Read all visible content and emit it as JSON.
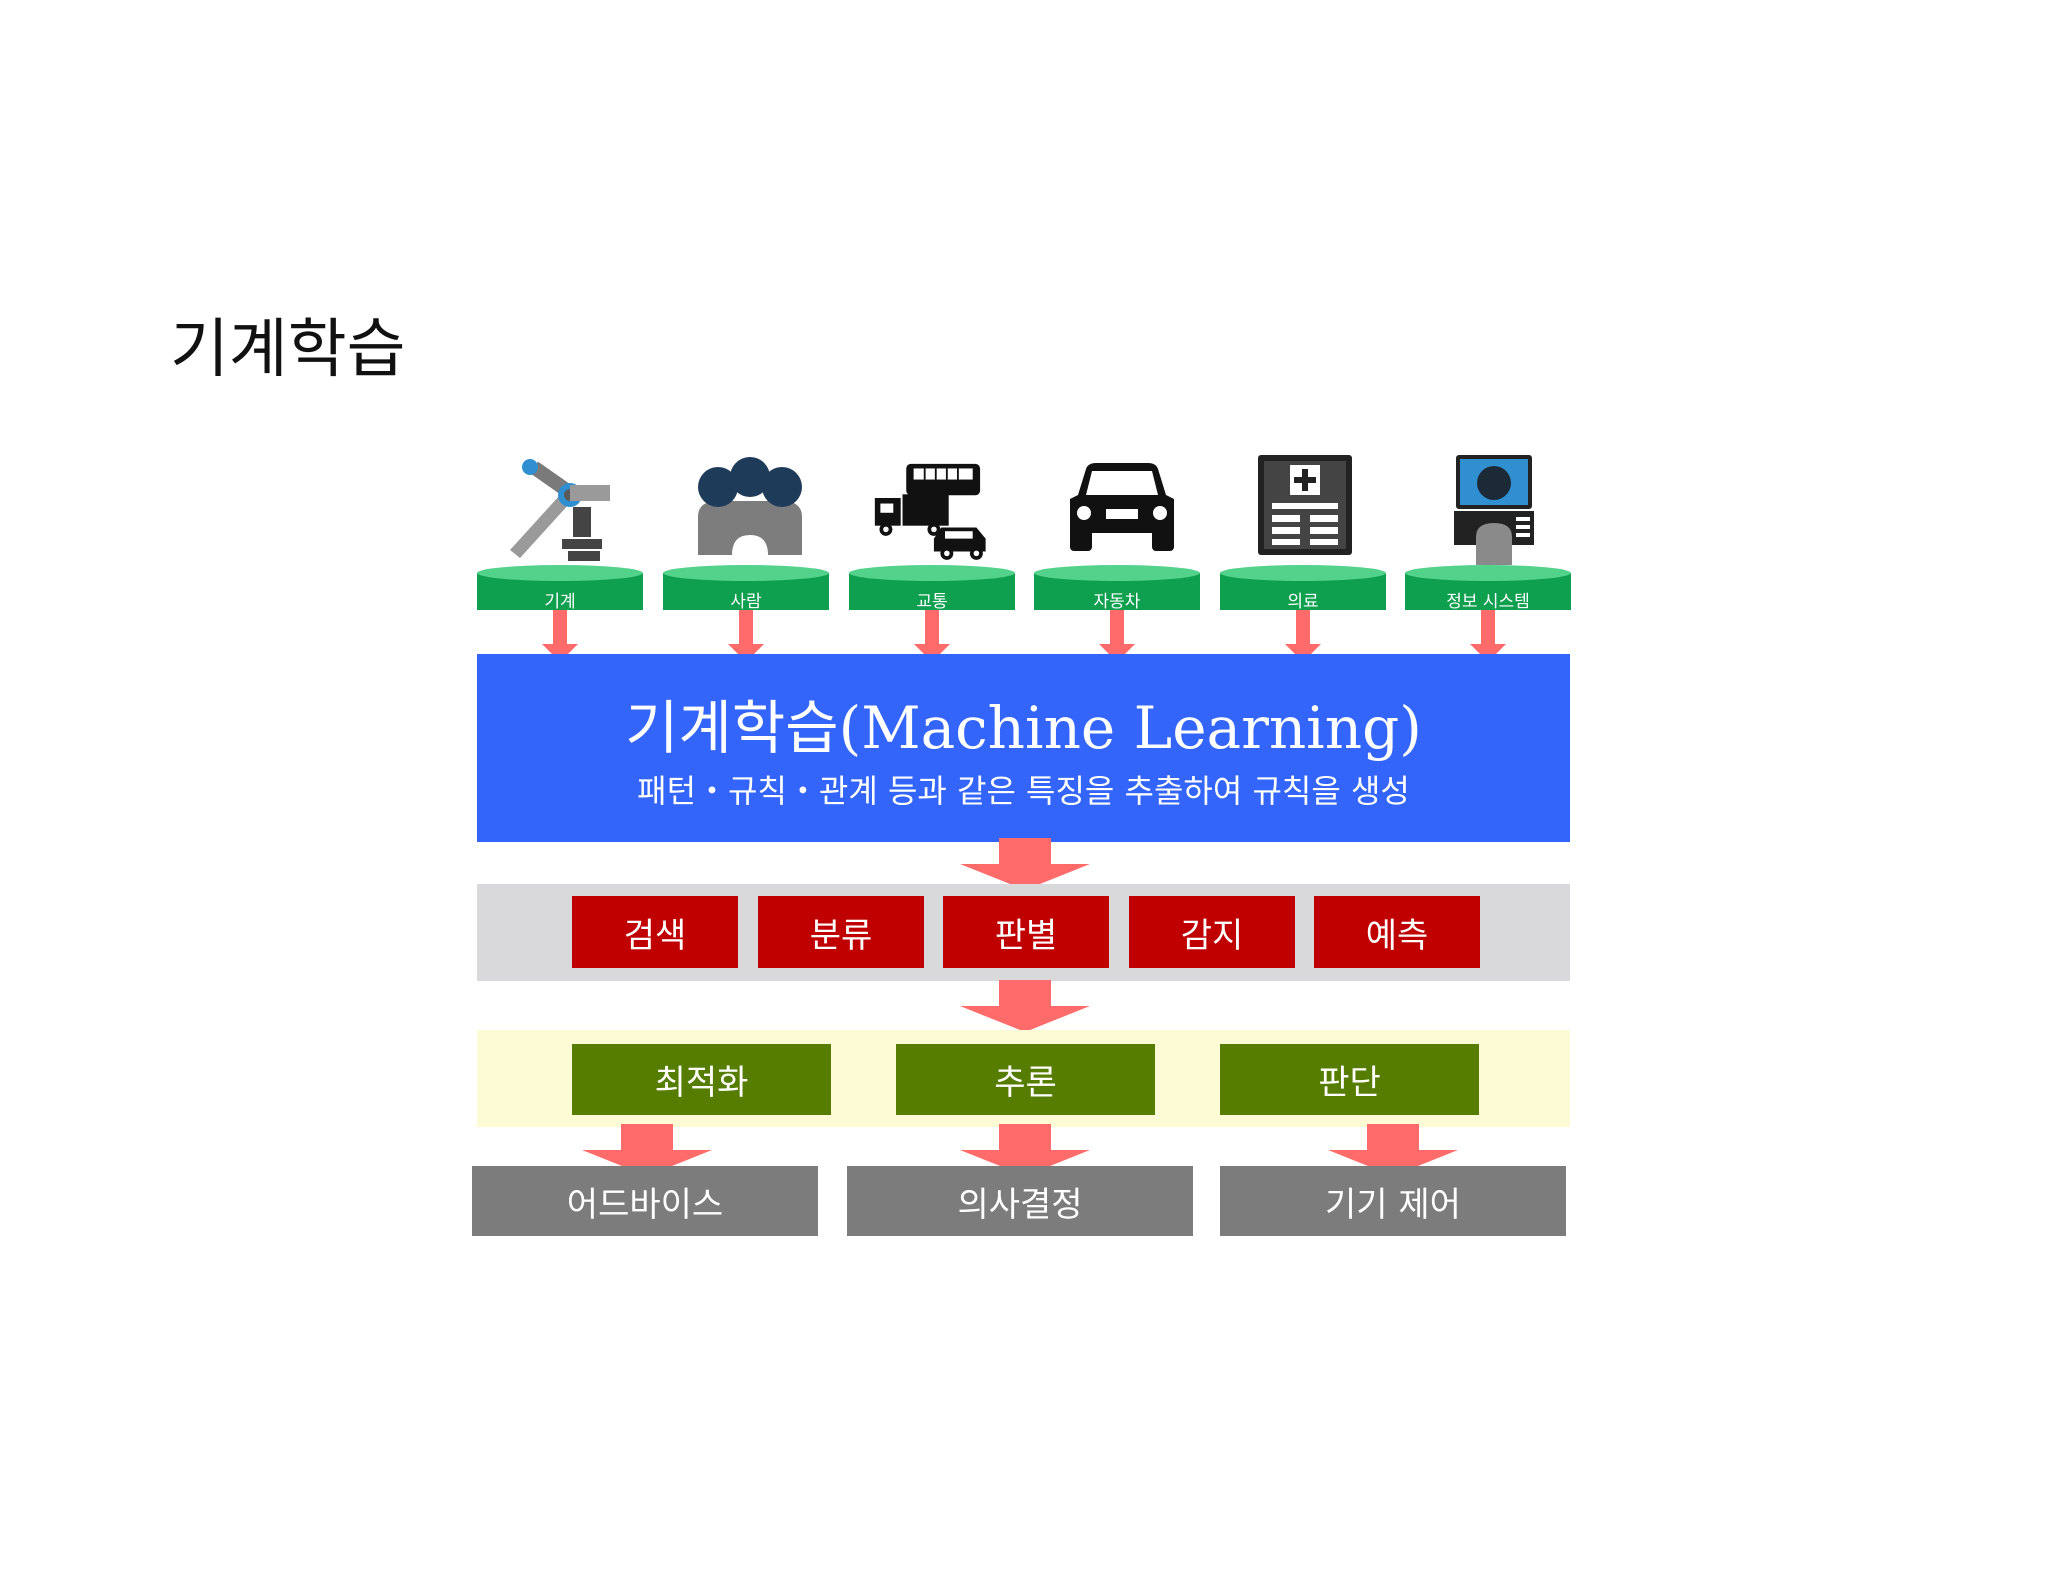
{
  "page_title": "기계학습",
  "colors": {
    "ml_box": "#3365fa",
    "source_disk": "#0e9f4f",
    "arrow": "#ff6b6b",
    "task_red": "#c00000",
    "decision_green": "#567c00",
    "output_gray": "#7c7c7c",
    "band_gray": "#d9d9db",
    "band_yellow": "#fdfbd6"
  },
  "sources": [
    {
      "label": "기계",
      "icon": "robot-arm-icon"
    },
    {
      "label": "사람",
      "icon": "people-icon"
    },
    {
      "label": "교통",
      "icon": "traffic-vehicles-icon"
    },
    {
      "label": "자동차",
      "icon": "car-icon"
    },
    {
      "label": "의료",
      "icon": "hospital-icon"
    },
    {
      "label": "정보 시스템",
      "icon": "computer-user-icon"
    }
  ],
  "ml": {
    "title": "기계학습(Machine Learning)",
    "subtitle": "패턴・규칙・관계 등과 같은 특징을 추출하여 규칙을 생성"
  },
  "tasks": [
    "검색",
    "분류",
    "판별",
    "감지",
    "예측"
  ],
  "decisions": [
    "최적화",
    "추론",
    "판단"
  ],
  "outputs": [
    "어드바이스",
    "의사결정",
    "기기 제어"
  ]
}
